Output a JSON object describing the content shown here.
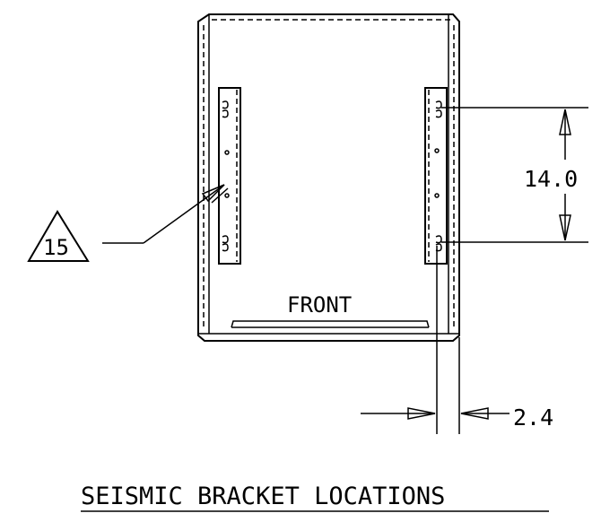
{
  "diagram": {
    "title": "SEISMIC BRACKET LOCATIONS",
    "front_label": "FRONT",
    "callout_number": "15",
    "dimension_vertical": "14.0",
    "dimension_horizontal": "2.4"
  }
}
